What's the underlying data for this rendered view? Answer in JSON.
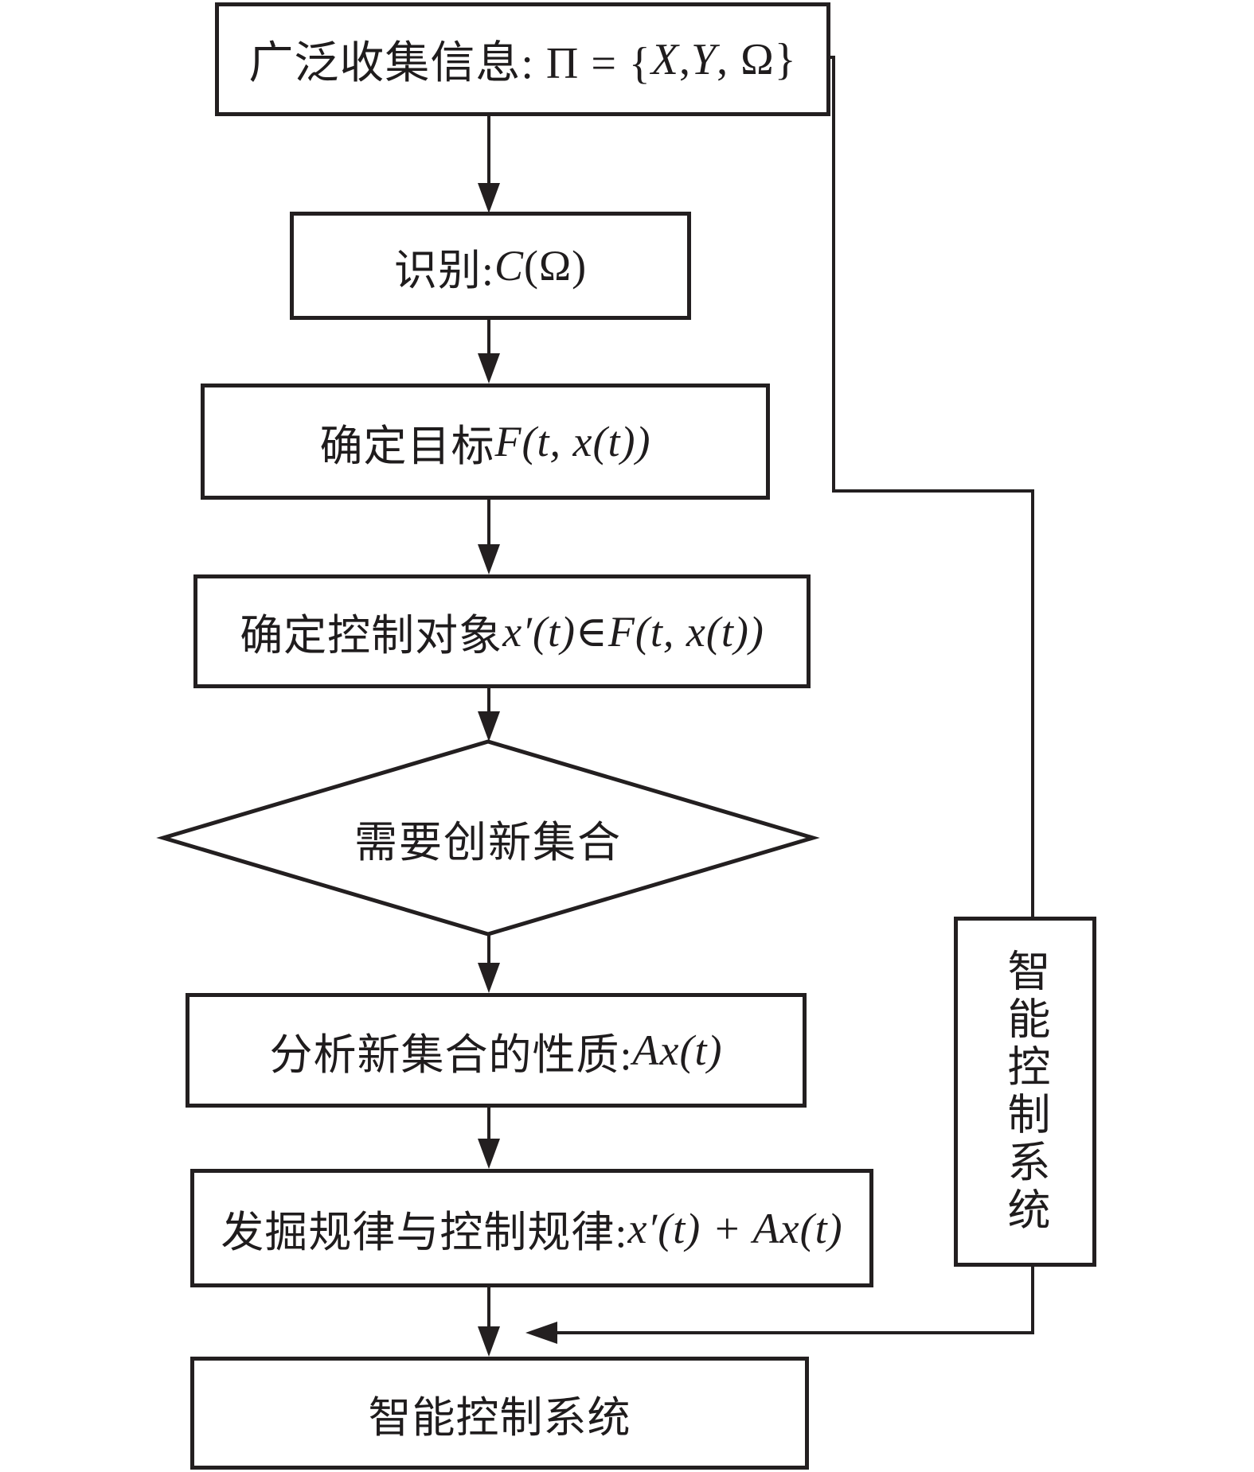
{
  "meta": {
    "title": "intelligent-control-system-flowchart",
    "ink_color": "#231f20",
    "background_color": "#ffffff"
  },
  "nodes": {
    "collect_info": {
      "segments": [
        {
          "t": "广泛收集信息: Π = {",
          "i": false
        },
        {
          "t": "X",
          "i": true
        },
        {
          "t": ", ",
          "i": false
        },
        {
          "t": "Y",
          "i": true
        },
        {
          "t": ", Ω}",
          "i": false
        }
      ]
    },
    "recognize": {
      "segments": [
        {
          "t": "识别: ",
          "i": false
        },
        {
          "t": "C",
          "i": true
        },
        {
          "t": "(Ω)",
          "i": false
        }
      ]
    },
    "determine_goal": {
      "segments": [
        {
          "t": "确定目标",
          "i": false
        },
        {
          "t": "F(t, x(t))",
          "i": true
        }
      ]
    },
    "determine_object": {
      "segments": [
        {
          "t": "确定控制对象",
          "i": false
        },
        {
          "t": "x′(t)",
          "i": true
        },
        {
          "t": "∈",
          "i": false
        },
        {
          "t": "F(t, x(t))",
          "i": true
        }
      ]
    },
    "decision_need_new_set": {
      "segments": [
        {
          "t": "需要创新集合",
          "i": false
        }
      ]
    },
    "analyze_set": {
      "segments": [
        {
          "t": "分析新集合的性质: ",
          "i": false
        },
        {
          "t": "Ax(t)",
          "i": true
        }
      ]
    },
    "discover_rules": {
      "segments": [
        {
          "t": "发掘规律与控制规律: ",
          "i": false
        },
        {
          "t": "x′(t) + Ax(t)",
          "i": true
        }
      ]
    },
    "intelligent_control_system_bottom": {
      "segments": [
        {
          "t": "智能控制系统",
          "i": false
        }
      ]
    },
    "intelligent_control_system_side": {
      "text": "智能控制系统"
    }
  }
}
